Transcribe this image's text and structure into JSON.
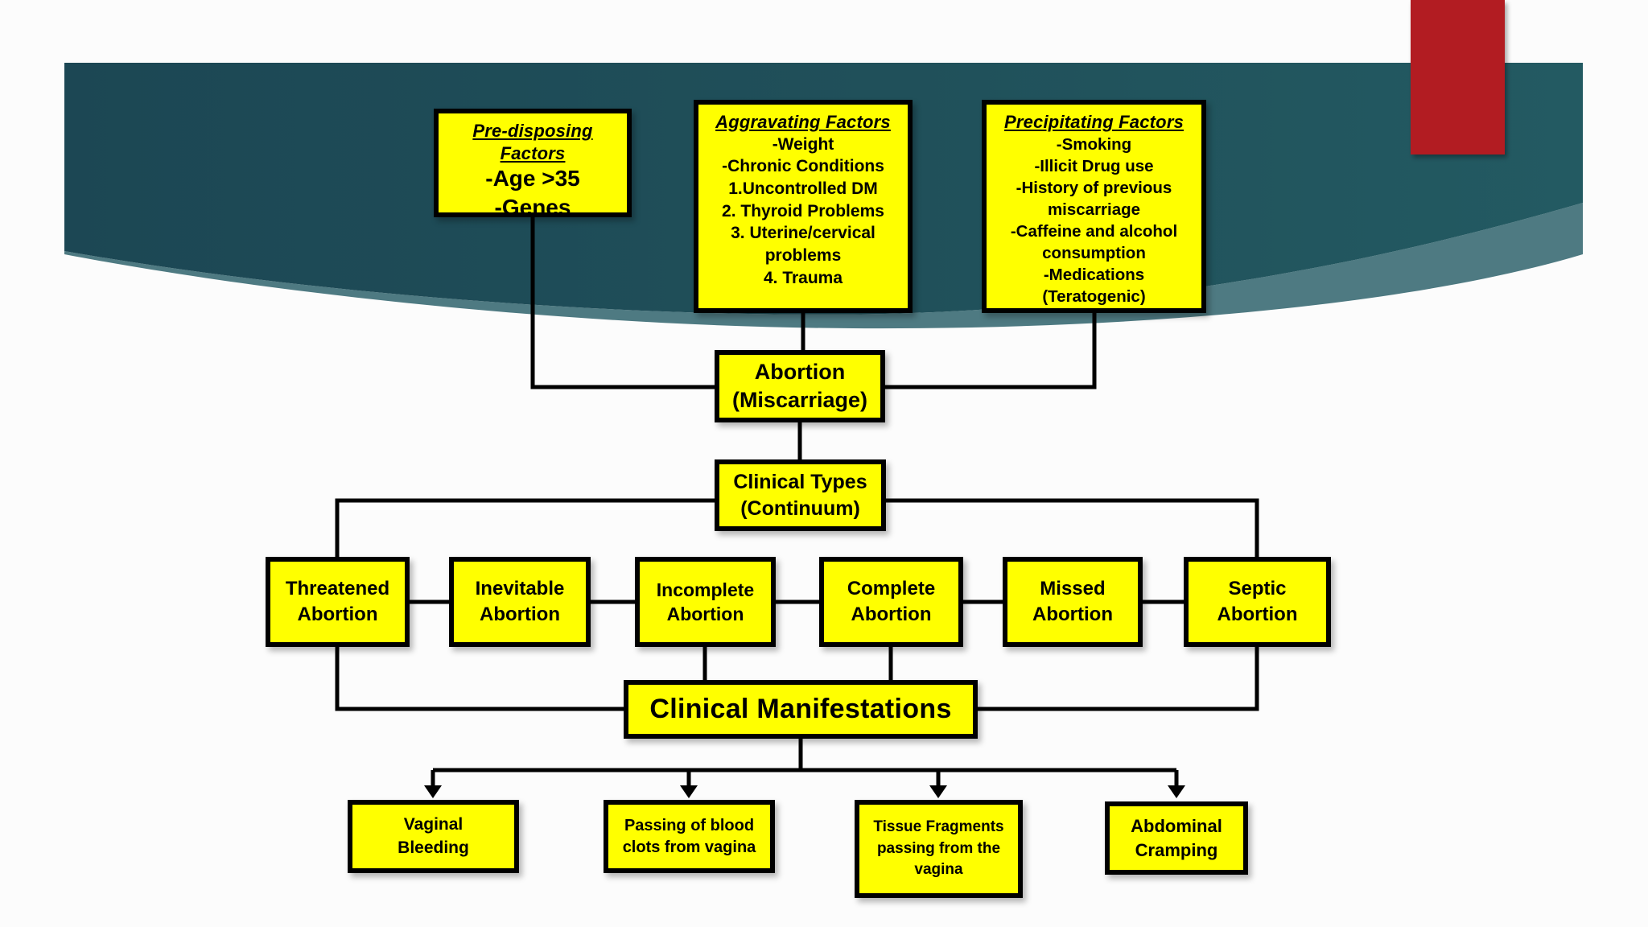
{
  "slide": {
    "background_color": "#fcfcfc",
    "banner": {
      "dark_teal_left": "#1c4754",
      "dark_teal_right": "#235a62",
      "swoosh_teal": "#4e7a82",
      "red_accent": "#b21e23"
    },
    "box_style": {
      "fill": "#ffff00",
      "border": "#000000",
      "text": "#000000",
      "connector": "#000000"
    },
    "factor_boxes": [
      {
        "title": "Pre-disposing Factors",
        "body": "-Age >35\n-Genes"
      },
      {
        "title": "Aggravating Factors",
        "body": "-Weight\n-Chronic Conditions\n1.Uncontrolled DM\n2. Thyroid Problems\n3. Uterine/cervical problems\n4. Trauma"
      },
      {
        "title": "Precipitating Factors",
        "body": "-Smoking\n-Illicit Drug use\n-History of previous miscarriage\n-Caffeine and alcohol consumption\n-Medications\n(Teratogenic)"
      }
    ],
    "abortion_box": "Abortion\n(Miscarriage)",
    "clinical_types_box": "Clinical Types\n(Continuum)",
    "type_boxes": [
      {
        "label": "Threatened\nAbortion"
      },
      {
        "label": "Inevitable\nAbortion"
      },
      {
        "label": "Incomplete\nAbortion"
      },
      {
        "label": "Complete\nAbortion"
      },
      {
        "label": "Missed\nAbortion"
      },
      {
        "label": "Septic\nAbortion"
      }
    ],
    "manifestations_title": "Clinical Manifestations",
    "manifestation_boxes": [
      {
        "label": "Vaginal\nBleeding"
      },
      {
        "label": "Passing of blood clots from vagina"
      },
      {
        "label": "Tissue Fragments passing from the vagina"
      },
      {
        "label": "Abdominal\nCramping"
      }
    ]
  }
}
